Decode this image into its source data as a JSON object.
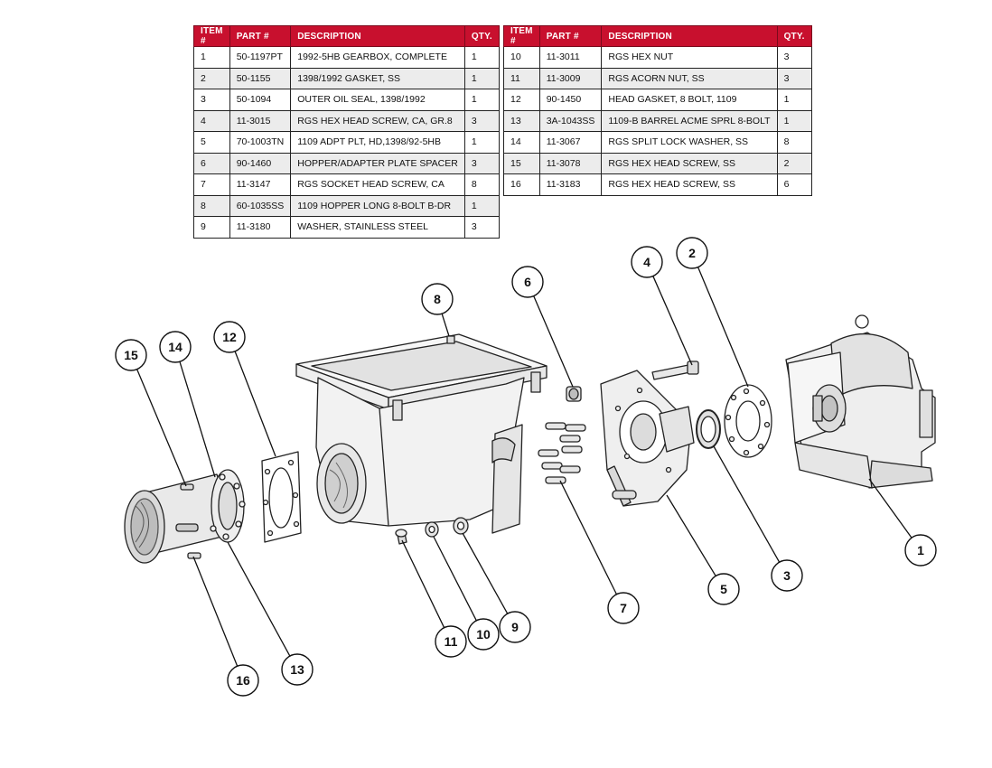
{
  "table_headers": {
    "item": "ITEM #",
    "part": "PART #",
    "description": "DESCRIPTION",
    "qty": "QTY."
  },
  "parts_left": [
    {
      "item": "1",
      "part": "50-1197PT",
      "description": "1992-5HB GEARBOX, COMPLETE",
      "qty": "1"
    },
    {
      "item": "2",
      "part": "50-1155",
      "description": "1398/1992 GASKET, SS",
      "qty": "1"
    },
    {
      "item": "3",
      "part": "50-1094",
      "description": "OUTER OIL SEAL, 1398/1992",
      "qty": "1"
    },
    {
      "item": "4",
      "part": "11-3015",
      "description": "RGS HEX HEAD SCREW, CA, GR.8",
      "qty": "3"
    },
    {
      "item": "5",
      "part": "70-1003TN",
      "description": "1109 ADPT PLT, HD,1398/92-5HB",
      "qty": "1"
    },
    {
      "item": "6",
      "part": "90-1460",
      "description": "HOPPER/ADAPTER PLATE SPACER",
      "qty": "3"
    },
    {
      "item": "7",
      "part": "11-3147",
      "description": "RGS SOCKET HEAD SCREW, CA",
      "qty": "8"
    },
    {
      "item": "8",
      "part": "60-1035SS",
      "description": "1109 HOPPER LONG 8-BOLT B-DR",
      "qty": "1"
    },
    {
      "item": "9",
      "part": "11-3180",
      "description": "WASHER, STAINLESS STEEL",
      "qty": "3"
    }
  ],
  "parts_right": [
    {
      "item": "10",
      "part": "11-3011",
      "description": "RGS HEX NUT",
      "qty": "3"
    },
    {
      "item": "11",
      "part": "11-3009",
      "description": "RGS ACORN NUT, SS",
      "qty": "3"
    },
    {
      "item": "12",
      "part": "90-1450",
      "description": "HEAD GASKET, 8 BOLT, 1109",
      "qty": "1"
    },
    {
      "item": "13",
      "part": "3A-1043SS",
      "description": "1109-B BARREL ACME SPRL 8-BOLT",
      "qty": "1"
    },
    {
      "item": "14",
      "part": "11-3067",
      "description": "RGS SPLIT LOCK WASHER, SS",
      "qty": "8"
    },
    {
      "item": "15",
      "part": "11-3078",
      "description": "RGS HEX HEAD SCREW, SS",
      "qty": "2"
    },
    {
      "item": "16",
      "part": "11-3183",
      "description": "RGS HEX HEAD SCREW, SS",
      "qty": "6"
    }
  ],
  "callouts": [
    "1",
    "2",
    "3",
    "4",
    "5",
    "6",
    "7",
    "8",
    "9",
    "10",
    "11",
    "12",
    "13",
    "14",
    "15",
    "16"
  ],
  "colors": {
    "header_red": "#c8102e",
    "alt_row": "#ececec",
    "line": "#222222",
    "part_fill": "#f4f4f4"
  }
}
